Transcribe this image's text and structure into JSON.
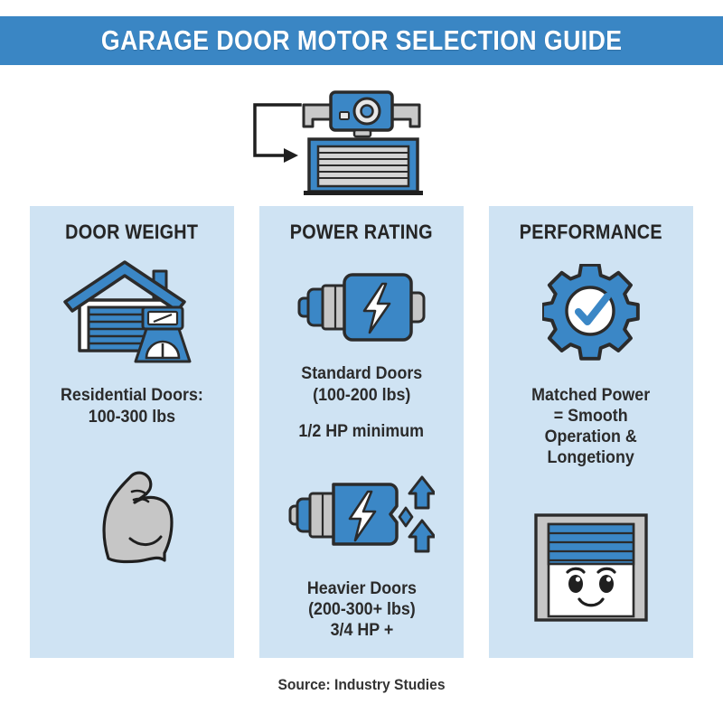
{
  "header": {
    "title": "GARAGE DOOR MOTOR SELECTION GUIDE",
    "banner_color": "#3a86c4",
    "title_color": "#ffffff"
  },
  "hero": {
    "icon": "garage-opener-to-door-arrow-icon",
    "parts": [
      "motor-opener-unit-icon",
      "arrow-curved-right-icon",
      "garage-door-icon"
    ]
  },
  "theme": {
    "panel_bg": "#cfe3f3",
    "page_bg": "#ffffff",
    "accent_blue": "#3a86c4",
    "icon_blue": "#3b87c6",
    "icon_grey": "#c6c6c6",
    "outline": "#2b2b2b",
    "text_color": "#2b2b2b"
  },
  "columns": [
    {
      "id": "door-weight",
      "heading": "DOOR WEIGHT",
      "blocks": [
        {
          "icon": "house-garage-scale-icon",
          "caption": "Residential Doors:\n100-300 lbs"
        },
        {
          "icon": "flexed-bicep-icon",
          "caption": ""
        }
      ]
    },
    {
      "id": "power-rating",
      "heading": "POWER RATING",
      "blocks": [
        {
          "icon": "motor-lightning-small-icon",
          "caption": "Standard Doors\n(100-200 lbs)",
          "caption2": "1/2 HP minimum"
        },
        {
          "icon": "motor-lightning-arrows-icon",
          "caption": "Heavier Doors\n(200-300+ lbs)\n3/4 HP +"
        }
      ]
    },
    {
      "id": "performance",
      "heading": "PERFORMANCE",
      "blocks": [
        {
          "icon": "gear-checkmark-icon",
          "caption": "Matched Power\n= Smooth\nOperation &\nLongetiony"
        },
        {
          "icon": "smiling-garage-door-icon",
          "caption": ""
        }
      ]
    }
  ],
  "footer": {
    "source": "Source: Industry Studies"
  }
}
